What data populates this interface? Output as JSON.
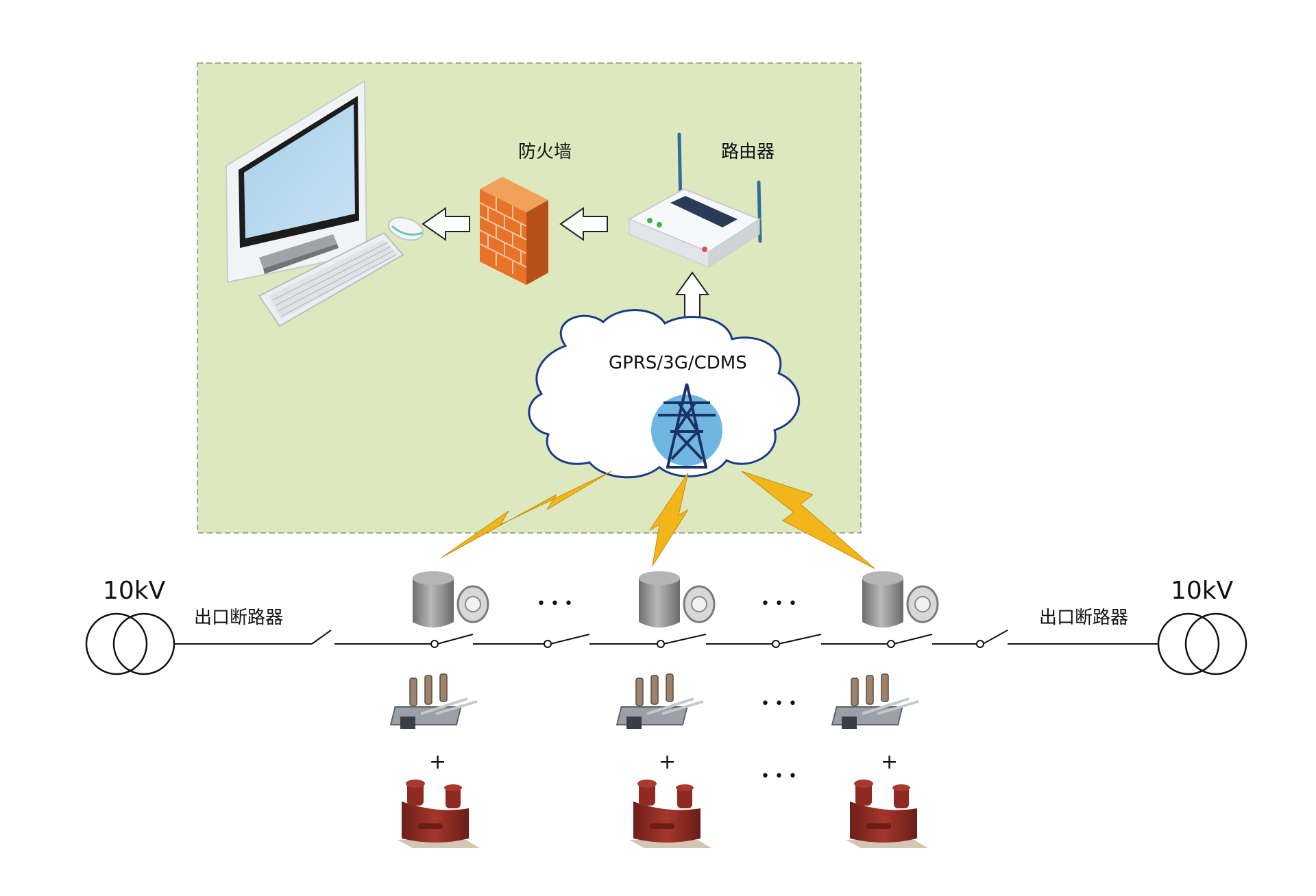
{
  "labels": {
    "firewall": "防火墙",
    "router": "路由器",
    "network": "GPRS/3G/CDMS",
    "voltage_left": "10kV",
    "voltage_right": "10kV",
    "breaker_left": "出口断路器",
    "breaker_right": "出口断路器",
    "ellipsis": "• • •",
    "plus": "+"
  },
  "colors": {
    "zone_fill": "#dde8bf",
    "zone_border": "#8a8f80",
    "cloud_stroke": "#1a3b8a",
    "lightning": "#f2b51a",
    "firewall_brick": "#e8722a",
    "tower_circle": "#6fb6e2",
    "pt_body": "#8e2a22",
    "fault_indicator": "#8a8a8a"
  },
  "icons": {
    "computer": "computer-icon",
    "mouse": "mouse-icon",
    "firewall": "firewall-icon",
    "router": "router-icon",
    "cloud": "cloud-icon",
    "tower": "transmission-tower-icon",
    "fault_indicator": "fault-indicator-icon",
    "load_switch": "load-switch-icon",
    "voltage_transformer": "voltage-transformer-icon",
    "transformer_symbol": "transformer-symbol-icon"
  }
}
